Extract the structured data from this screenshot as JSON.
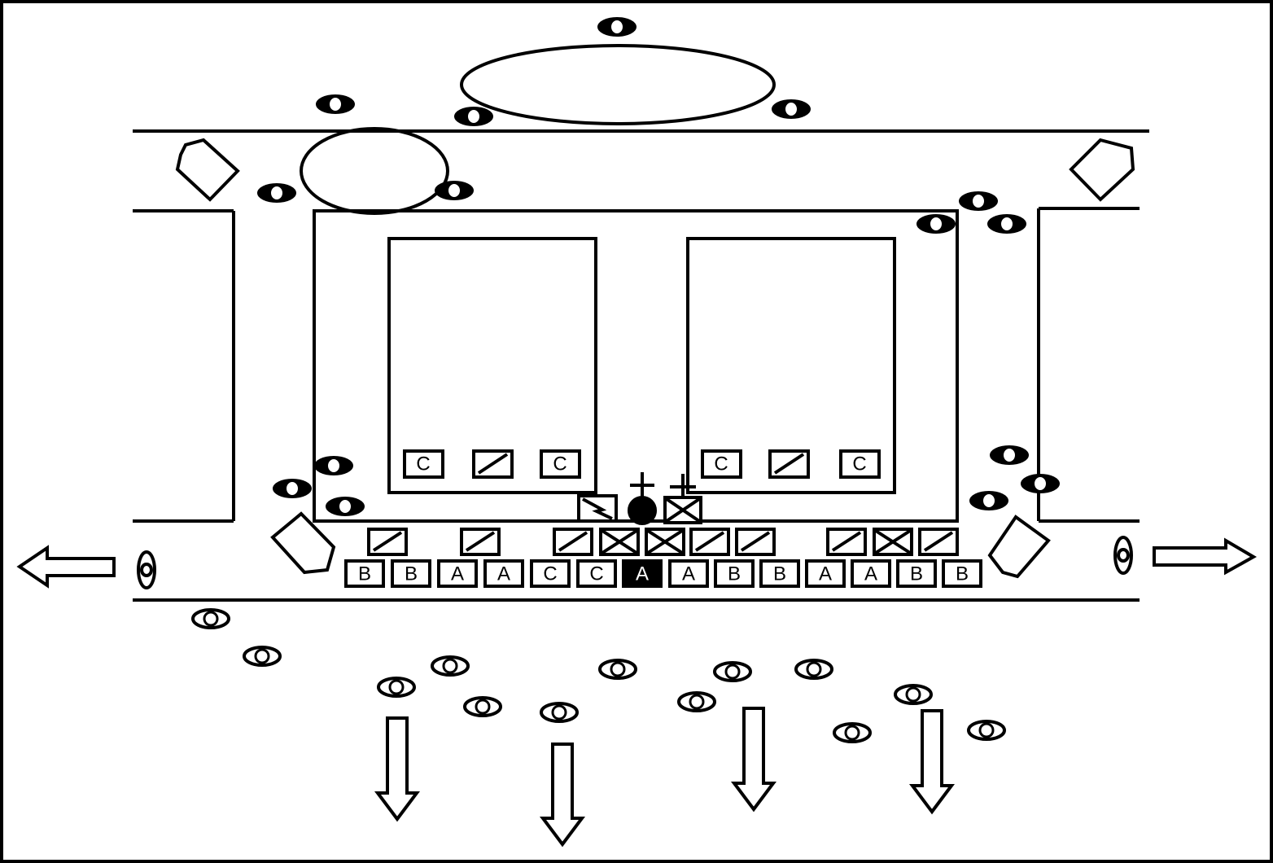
{
  "colors": {
    "ink": "#000000",
    "paper": "#ffffff"
  },
  "bottom_row_labels": [
    "B",
    "B",
    "A",
    "A",
    "C",
    "C",
    "A",
    "A",
    "B",
    "B",
    "A",
    "A",
    "B",
    "B"
  ],
  "bottom_row_highlight": "A",
  "left_room_labels": [
    "C",
    "C"
  ],
  "right_room_labels": [
    "C",
    "C"
  ]
}
